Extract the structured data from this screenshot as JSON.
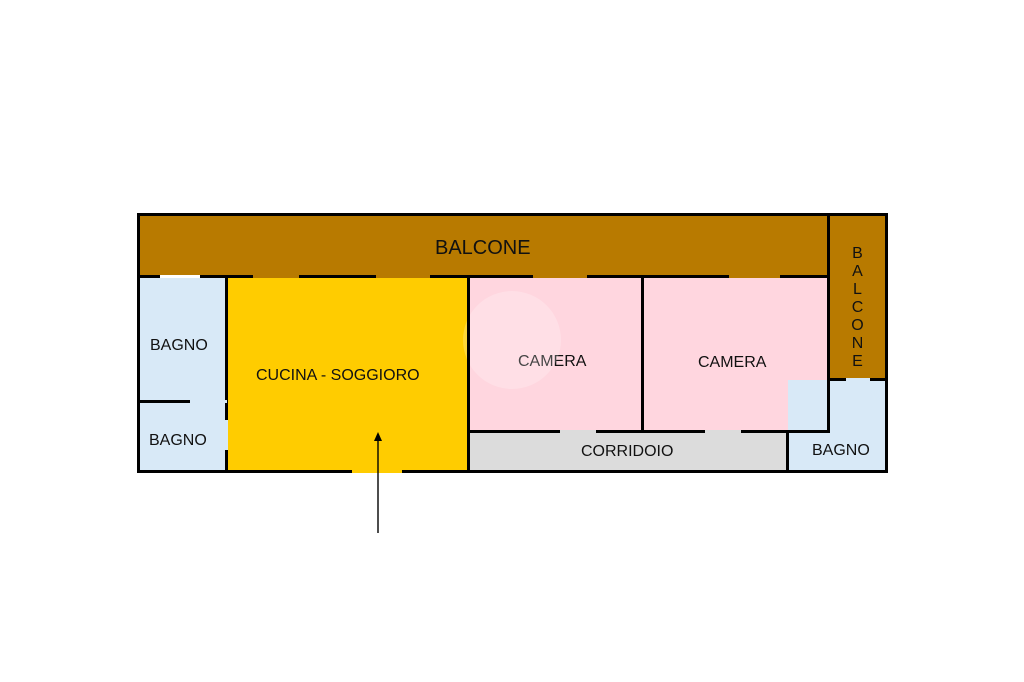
{
  "rooms": {
    "balcone_top": {
      "label": "BALCONE",
      "color": "#b87a00"
    },
    "balcone_side": {
      "label": "BALCONE",
      "color": "#b87a00"
    },
    "bagno_1": {
      "label": "BAGNO",
      "color": "#d8e9f7"
    },
    "bagno_2": {
      "label": "BAGNO",
      "color": "#d8e9f7"
    },
    "bagno_3": {
      "label": "BAGNO",
      "color": "#d8e9f7"
    },
    "cucina": {
      "label": "CUCINA - SOGGIORO",
      "color": "#ffcc00"
    },
    "camera_1": {
      "label": "CAMERA",
      "color": "#ffd6df"
    },
    "camera_2": {
      "label": "CAMERA",
      "color": "#ffd6df"
    },
    "corridoio": {
      "label": "CORRIDOIO",
      "color": "#dcdcdc"
    }
  },
  "colors": {
    "wall": "#000000",
    "background": "#ffffff"
  },
  "entrance_arrow": {
    "shown": true,
    "direction": "up"
  }
}
